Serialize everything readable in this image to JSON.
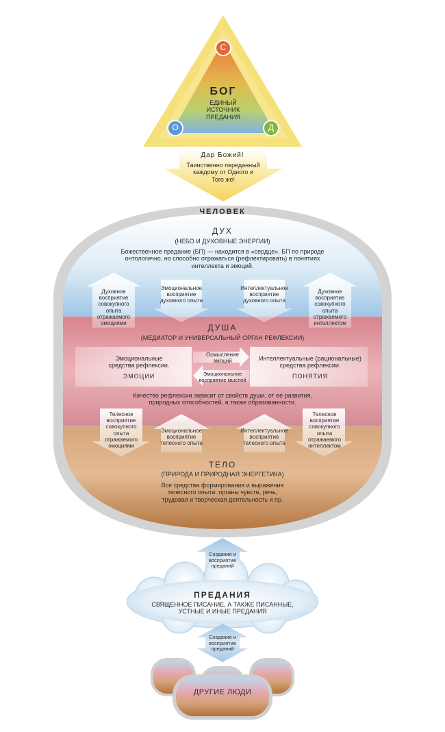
{
  "god": {
    "title": "БОГ",
    "subtitle": "ЕДИНЫЙ ИСТОЧНИК ПРЕДАНИЯ",
    "nodes": {
      "top": "С",
      "left": "О",
      "right": "Д"
    }
  },
  "gift": {
    "title": "Дар Божий!",
    "text": "Таинственно переданный каждому от Одного и Того же!"
  },
  "man": {
    "title": "ЧЕЛОВЕК"
  },
  "spirit": {
    "title": "ДУХ",
    "subtitle": "(НЕБО И ДУХОВНЫЕ ЭНЕРГИИ)",
    "text": "Божественное предание (БП) — находится в «сердце». БП по природе онтологично, но способно отражаться (рефлектировать) в понятиях интеллекта и эмоций.",
    "arrows": {
      "left_up": "Духовное восприятие совокупного опыта отражаемого эмоциями",
      "left_down": "Эмоциональное восприятие духовного опыта",
      "right_down": "Интеллектуальное восприятие духовного опыта",
      "right_up": "Духовное восприятие совокупного опыта отражаемого интеллектом"
    }
  },
  "soul": {
    "title": "ДУША",
    "subtitle": "(МЕДИАТОР И УНИВЕРСАЛЬНЫЙ ОРГАН РЕФЛЕКСИИ)",
    "emotions": {
      "text": "Эмоциональные средства рефлексии.",
      "label": "ЭМОЦИИ"
    },
    "concepts": {
      "text": "Интеллектуальные (рациональные) средства рефлексии.",
      "label": "ПОНЯТИЯ"
    },
    "arrow_right": "Осмысление эмоций",
    "arrow_left": "Эмоциональное восприятие мыслей",
    "text": "Качество рефлексии зависит от свойств души, от ее развития, природных способностей, а также образованности."
  },
  "body_layer": {
    "arrows": {
      "left_down": "Телесное восприятие совокупного опыта отражаемого эмоциями",
      "left_up": "Эмоциональное восприятие телесного опыта",
      "right_up": "Интеллектуальное восприятие телесного опыта",
      "right_down": "Телесное восприятие совокупного опыта отражаемого интеллектом"
    },
    "title": "ТЕЛО",
    "subtitle": "(ПРИРОДА И ПРИРОДНАЯ ЭНЕРГЕТИКА)",
    "text": "Все средства формирования и выражения телесного опыта: органы чувств, речь, трудовая и творческая деятельность и пр."
  },
  "link_upper": "Создание и восприятие преданий",
  "traditions": {
    "title": "ПРЕДАНИЯ",
    "text": "СВЯЩЕННОЕ ПИСАНИЕ, А ТАКЖЕ ПИСАННЫЕ, УСТНЫЕ И ИНЫЕ ПРЕДАНИЯ"
  },
  "link_lower": "Создание и восприятие преданий",
  "others": {
    "title": "ДРУГИЕ ЛЮДИ"
  },
  "colors": {
    "triangle_outer": "#f5e07a",
    "spirit": "#b9d7ee",
    "soul": "#dba0aa",
    "body": "#c78f5a",
    "ring": "#d3d3d3",
    "cloud": "#d5e6f3",
    "link_arrow": "#a9c9e4"
  }
}
